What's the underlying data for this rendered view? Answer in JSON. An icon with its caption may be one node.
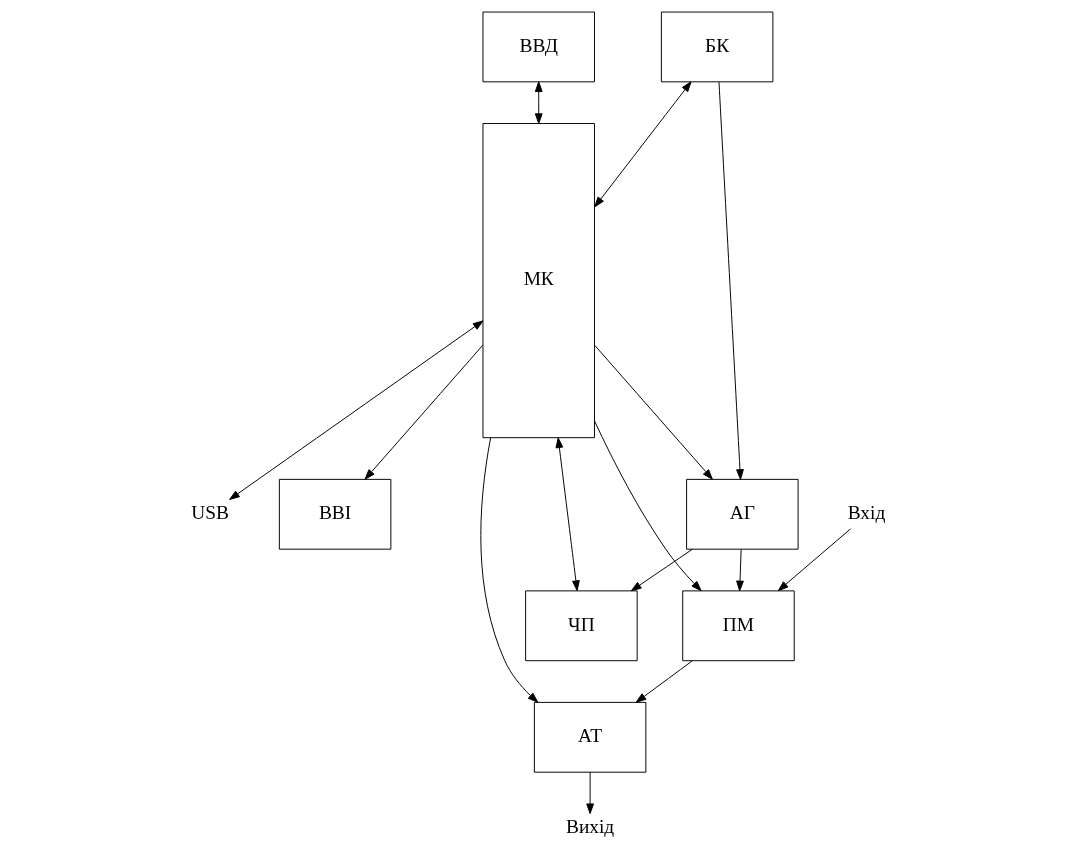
{
  "diagram": {
    "nodes": [
      {
        "text": [
          "ВВД"
        ]
      },
      {
        "text": [
          "БК"
        ]
      },
      {
        "text": [
          "АГ"
        ]
      },
      {
        "text": [
          "ЧП"
        ]
      },
      {
        "text": [
          "ПМ"
        ]
      },
      {
        "text": [
          "АТ"
        ]
      },
      {
        "text": [
          "МК"
        ]
      },
      {
        "text": [
          "ВВІ"
        ]
      },
      {
        "text": [
          "USB"
        ]
      },
      {
        "text": [
          "Вихід"
        ]
      },
      {
        "text": [
          "Вхід"
        ]
      }
    ],
    "edges": [
      {
        "from": 0,
        "to": 6,
        "arrow": "both"
      },
      {
        "from": 1,
        "to": 6,
        "arrow": "both"
      },
      {
        "from": 6,
        "to": 8,
        "arrow": "both"
      },
      {
        "from": 1,
        "to": 2,
        "arrow": "to"
      },
      {
        "from": 6,
        "to": 2,
        "arrow": "to"
      },
      {
        "from": 6,
        "to": 7,
        "arrow": "to"
      },
      {
        "from": 2,
        "to": 3,
        "arrow": "to"
      },
      {
        "from": 3,
        "to": 6,
        "arrow": "both"
      },
      {
        "from": 2,
        "to": 4,
        "arrow": "to"
      },
      {
        "from": 4,
        "to": 5,
        "arrow": "to"
      },
      {
        "from": 5,
        "to": 9,
        "arrow": "to"
      },
      {
        "from": 10,
        "to": 4,
        "arrow": "to"
      },
      {
        "from": 6,
        "to": 4,
        "arrow": "to"
      },
      {
        "from": 6,
        "to": 5,
        "arrow": "to"
      }
    ]
  }
}
